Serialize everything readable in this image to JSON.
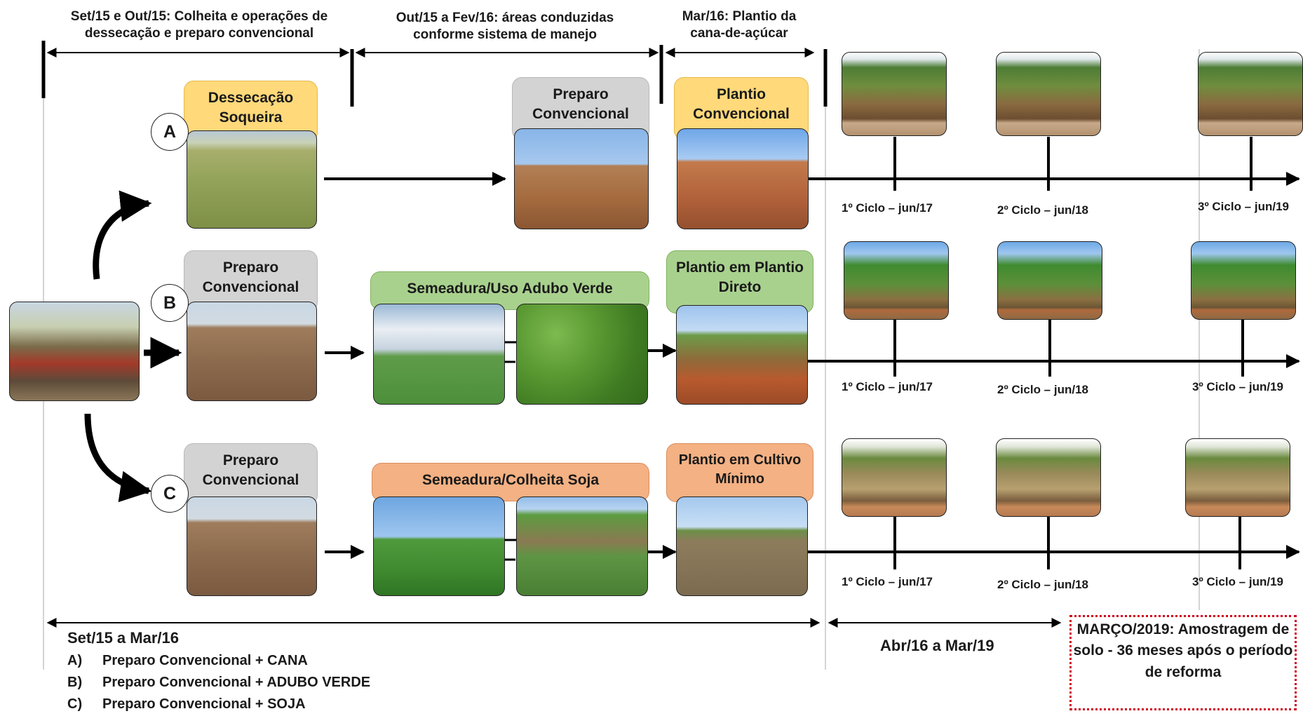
{
  "headers": {
    "h1": "Set/15 e Out/15: Colheita e operações de dessecação e preparo convencional",
    "h2": "Out/15 a Fev/16: áreas conduzidas conforme sistema de manejo",
    "h3": "Mar/16: Plantio da cana-de-açúcar"
  },
  "rows": {
    "a": {
      "letter": "A",
      "box1": "Dessecação Soqueira",
      "box2": "Preparo Convencional",
      "box3": "Plantio Convencional"
    },
    "b": {
      "letter": "B",
      "box1": "Preparo Convencional",
      "box2": "Semeadura/Uso Adubo Verde",
      "box3": "Plantio em Plantio Direto"
    },
    "c": {
      "letter": "C",
      "box1": "Preparo Convencional",
      "box2": "Semeadura/Colheita Soja",
      "box3": "Plantio em Cultivo Mínimo"
    }
  },
  "cycles": {
    "c1": "1º Ciclo – jun/17",
    "c2": "2º Ciclo – jun/18",
    "c3": "3º Ciclo – jun/19"
  },
  "legend": {
    "title": "Set/15 a Mar/16",
    "items": [
      {
        "key": "A)",
        "text": "Preparo Convencional + CANA"
      },
      {
        "key": "B)",
        "text": "Preparo Convencional + ADUBO VERDE"
      },
      {
        "key": "C)",
        "text": "Preparo Convencional + SOJA"
      }
    ]
  },
  "period2": "Abr/16 a Mar/19",
  "note": "MARÇO/2019: Amostragem de solo - 36 meses após o período de reforma",
  "colors": {
    "yellow": "#ffd97a",
    "gray": "#d3d3d3",
    "green": "#a9d18e",
    "salmon": "#f4b183",
    "note_border": "#d0021b"
  }
}
